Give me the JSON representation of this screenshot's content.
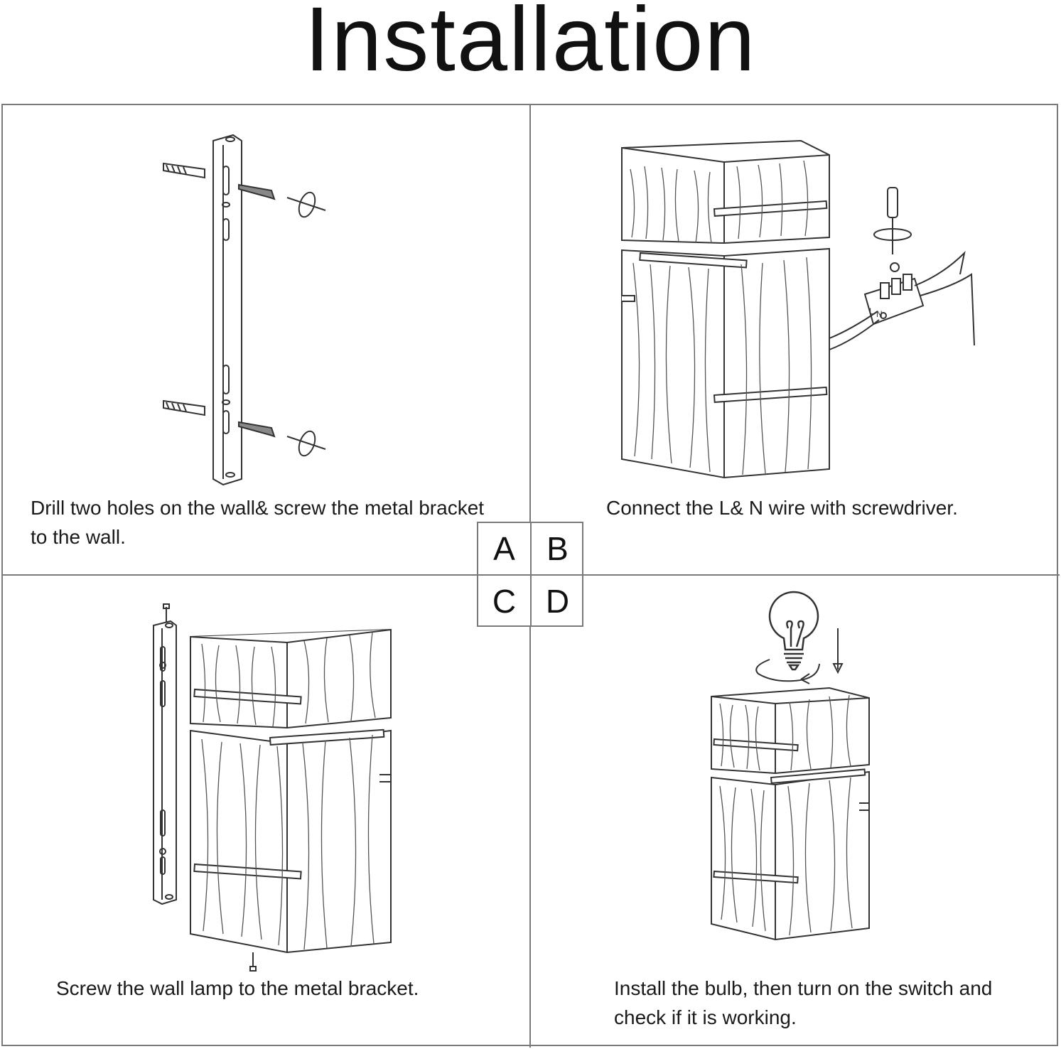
{
  "page": {
    "title": "Installation"
  },
  "steps": {
    "a": "Drill two holes on the wall& screw the metal bracket to the wall.",
    "b": "Connect the L& N wire with screwdriver.",
    "c": "Screw the wall lamp to the metal bracket.",
    "d": "Install the bulb, then turn on the switch and check if it is working."
  },
  "step_labels": [
    "A",
    "B",
    "C",
    "D"
  ],
  "terminal_labels": {
    "live": "L",
    "neutral": "N"
  },
  "colors": {
    "line": "#333333",
    "frame": "#7a7a7a",
    "text": "#1a1a1a",
    "wood": "#555555"
  },
  "icons": [
    "wall-anchor-icon",
    "wood-screw-icon",
    "rotate-arrow-icon",
    "screwdriver-icon",
    "terminal-block-icon",
    "light-bulb-icon",
    "down-arrow-icon"
  ]
}
